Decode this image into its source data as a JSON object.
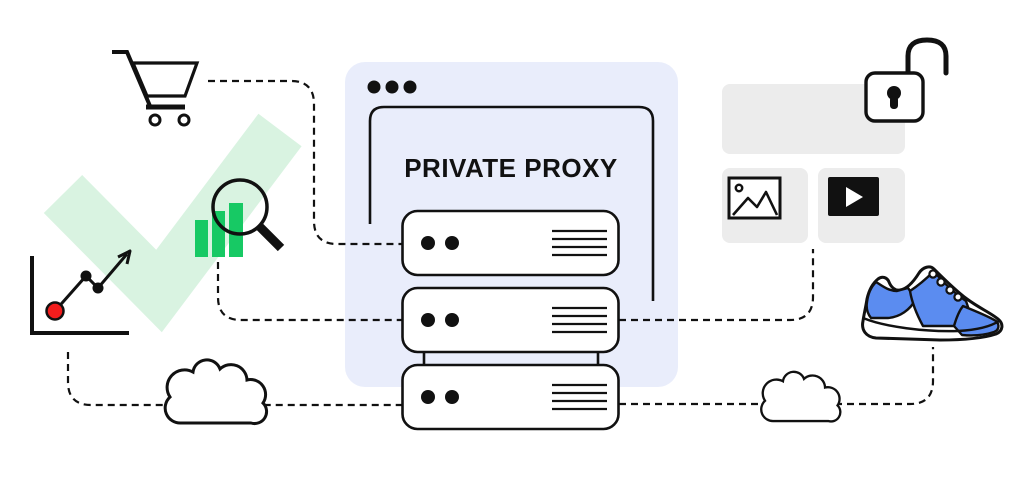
{
  "illustration": {
    "browser_window": {
      "title": "PRIVATE PROXY",
      "traffic_dots": 3
    },
    "servers": {
      "count": 3
    },
    "icons": [
      {
        "name": "shopping-cart-icon",
        "shape": "outlined shopping cart with two wheels"
      },
      {
        "name": "checkmark-icon",
        "shape": "large light-green check mark"
      },
      {
        "name": "bar-chart-icon",
        "shape": "three green bars"
      },
      {
        "name": "magnifier-icon",
        "shape": "magnifying glass over the bars"
      },
      {
        "name": "trend-line-chart-icon",
        "shape": "rising line with arrow and red start dot"
      },
      {
        "name": "server-icon",
        "shape": "stacked server units with two indicator dots and text lines"
      },
      {
        "name": "cloud-icon",
        "shape": "outlined cloud on dashed connector (left and right)"
      },
      {
        "name": "unlocked-padlock-icon",
        "shape": "open padlock with keyhole"
      },
      {
        "name": "image-placeholder-icon",
        "shape": "photo thumbnail with mountains and sun"
      },
      {
        "name": "video-player-icon",
        "shape": "black player with white play triangle"
      },
      {
        "name": "sneaker-icon",
        "shape": "blue and white sneaker product"
      }
    ]
  },
  "colors": {
    "background": "#ffffff",
    "outline": "#111111",
    "panel_bg": "#e9edfb",
    "check_green": "#d9f3e1",
    "bar_green": "#17c964",
    "sneaker_blue": "#5b8cf0",
    "placeholder_gray": "#ececec",
    "dot_red": "#f21d1d",
    "shape_fill": "#ffffff"
  }
}
